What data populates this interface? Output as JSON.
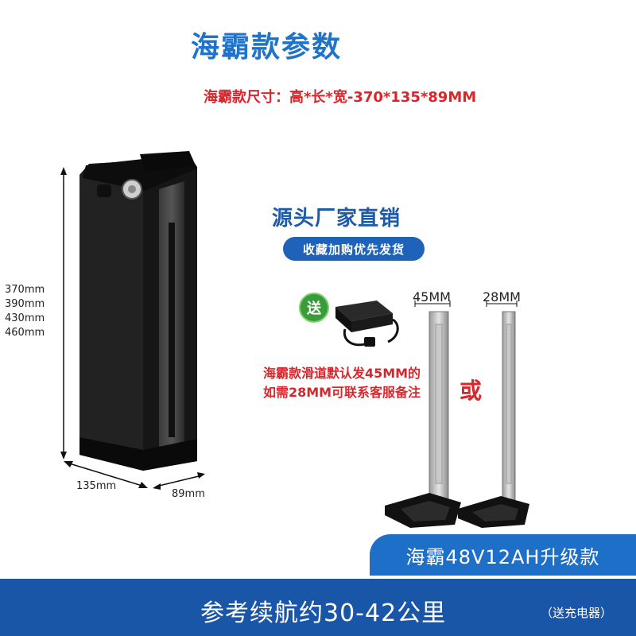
{
  "header": {
    "title": "海霸款参数",
    "size_spec": "海霸款尺寸：高*长*宽-370*135*89MM"
  },
  "dimensions": {
    "heights": [
      "370mm",
      "390mm",
      "430mm",
      "460mm"
    ],
    "length": "135mm",
    "width": "89mm"
  },
  "promo": {
    "factory": "源头厂家直销",
    "favorite_button": "收藏加购优先发货",
    "gift_badge": "送"
  },
  "rails": {
    "note_line1": "海霸款滑道默认发45MM的",
    "note_line2": "如需28MM可联系客服备注",
    "or": "或",
    "left_label": "45MM",
    "right_label": "28MM"
  },
  "footer": {
    "model": "海霸48V12AH升级款",
    "range": "参考续航约30-42公里",
    "range_note": "（送充电器）"
  },
  "colors": {
    "title_blue": "#1f73c8",
    "accent_red": "#d8272c",
    "banner_blue": "#1a56a8"
  }
}
